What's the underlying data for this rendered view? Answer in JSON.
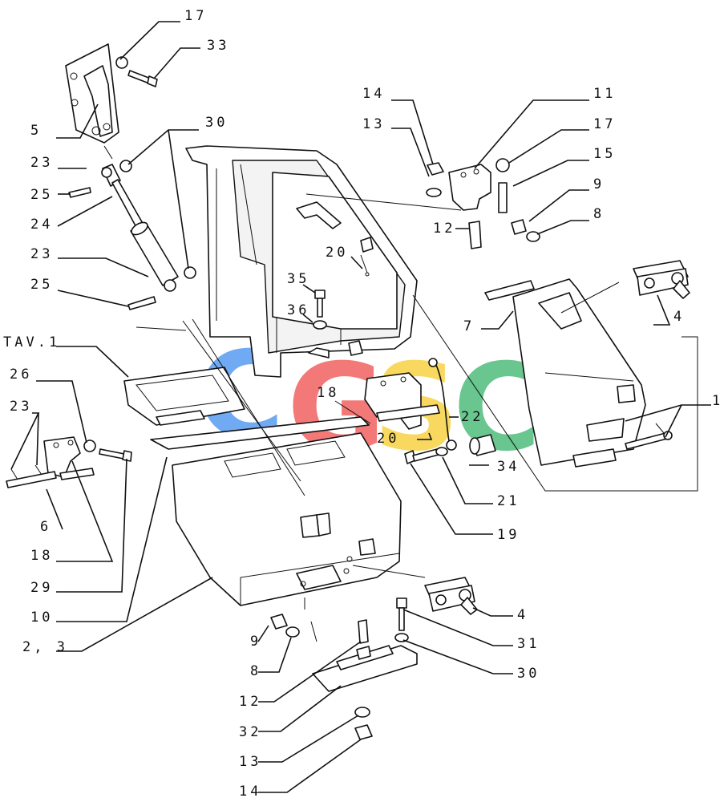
{
  "callouts": [
    {
      "key": "c17a",
      "text": "17"
    },
    {
      "key": "c33",
      "text": "33"
    },
    {
      "key": "c5",
      "text": "5"
    },
    {
      "key": "c30a",
      "text": "30"
    },
    {
      "key": "c23a",
      "text": "23"
    },
    {
      "key": "c25a",
      "text": "25"
    },
    {
      "key": "c24",
      "text": "24"
    },
    {
      "key": "c23b",
      "text": "23"
    },
    {
      "key": "c25b",
      "text": "25"
    },
    {
      "key": "ctav",
      "text": "TAV.1"
    },
    {
      "key": "c26",
      "text": "26"
    },
    {
      "key": "c23c",
      "text": "23"
    },
    {
      "key": "c6",
      "text": "6"
    },
    {
      "key": "c18a",
      "text": "18"
    },
    {
      "key": "c29",
      "text": "29"
    },
    {
      "key": "c10",
      "text": "10"
    },
    {
      "key": "c23comma",
      "text": "2, 3"
    },
    {
      "key": "c14a",
      "text": "14"
    },
    {
      "key": "c13a",
      "text": "13"
    },
    {
      "key": "c12a",
      "text": "12"
    },
    {
      "key": "c11",
      "text": "11"
    },
    {
      "key": "c17b",
      "text": "17"
    },
    {
      "key": "c15",
      "text": "15"
    },
    {
      "key": "c9a",
      "text": "9"
    },
    {
      "key": "c8a",
      "text": "8"
    },
    {
      "key": "c20a",
      "text": "20"
    },
    {
      "key": "c35",
      "text": "35"
    },
    {
      "key": "c36",
      "text": "36"
    },
    {
      "key": "c7",
      "text": "7"
    },
    {
      "key": "c4a",
      "text": "4"
    },
    {
      "key": "c1",
      "text": "1"
    },
    {
      "key": "c18b",
      "text": "18"
    },
    {
      "key": "c22",
      "text": "22"
    },
    {
      "key": "c20b",
      "text": "20"
    },
    {
      "key": "c34",
      "text": "34"
    },
    {
      "key": "c21",
      "text": "21"
    },
    {
      "key": "c19",
      "text": "19"
    },
    {
      "key": "c4b",
      "text": "4"
    },
    {
      "key": "c31",
      "text": "31"
    },
    {
      "key": "c30b",
      "text": "30"
    },
    {
      "key": "c9b",
      "text": "9"
    },
    {
      "key": "c8b",
      "text": "8"
    },
    {
      "key": "c12b",
      "text": "12"
    },
    {
      "key": "c32",
      "text": "32"
    },
    {
      "key": "c13b",
      "text": "13"
    },
    {
      "key": "c14b",
      "text": "14"
    }
  ],
  "watermark": {
    "letters": [
      "C",
      "G",
      "S",
      "C"
    ],
    "colors": [
      "#3f8ef0",
      "#ef4d4d",
      "#f7cc2b",
      "#37b36a"
    ]
  }
}
